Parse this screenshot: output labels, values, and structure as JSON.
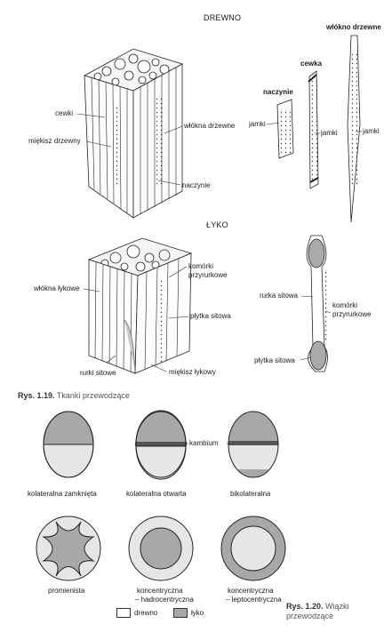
{
  "fig119": {
    "header_wood": "DREWNO",
    "header_bast": "ŁYKO",
    "caption_num": "Rys. 1.19.",
    "caption_text": "Tkanki przewodzące",
    "wood_block": {
      "cewki": "cewki",
      "miekisz": "miękisz drzewny",
      "wlokna": "włókna drzewne",
      "naczynie": "naczynie"
    },
    "wood_cells": {
      "naczynie_title": "naczynie",
      "cewka_title": "cewka",
      "wlokno_title": "włókno drzewne",
      "jamki_1": "jamki",
      "jamki_2": "jamki",
      "jamki_3": "jamki"
    },
    "bast_block": {
      "wlokna_lykowe": "włókna łykowe",
      "komorki": "komórki",
      "przyrurkowe": "przyrurkowe",
      "plytka": "płytka sitowa",
      "rurki": "rurki sitowe",
      "miekisz_lykowy": "miękisz łykowy"
    },
    "bast_cell": {
      "rurka": "rurka sitowa",
      "komorki": "komórki",
      "przyrurkowe": "przyrurkowe",
      "plytka": "płytka sitowa"
    }
  },
  "fig120": {
    "kambium": "kambium",
    "types": {
      "kolateralna_zamknieta": "kolateralna zamknięta",
      "kolateralna_otwarta": "kolateralna otwarta",
      "bikolateralna": "bikolateralna",
      "promienista": "promienista",
      "hadro_1": "koncentryczna",
      "hadro_2": "– hadrocentryczna",
      "lepto_1": "koncentryczna",
      "lepto_2": "– leptocentryczna"
    },
    "legend": {
      "drewno": "drewno",
      "lyko": "łyko"
    },
    "caption_num": "Rys. 1.20.",
    "caption_line1": "Wiązki",
    "caption_line2": "przewodzące"
  },
  "colors": {
    "xylem_fill": "#e6e6e6",
    "phloem_fill": "#a8a8a8",
    "cambium": "#555555",
    "line": "#222222"
  }
}
